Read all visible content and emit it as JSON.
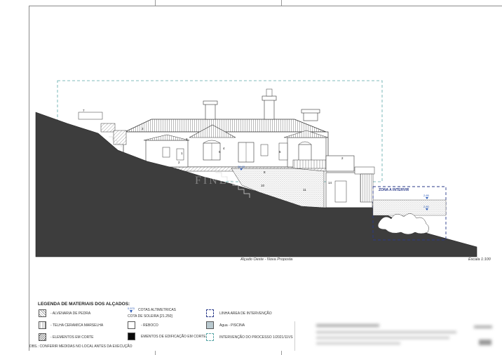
{
  "drawing": {
    "caption": "Alçado Oeste - Nova Proposta",
    "scale": "Escala 1:100",
    "watermark": "FINE",
    "zone_label": "ZONA A INTERVIR",
    "level_marks": [
      "26,93",
      "2,65",
      "2,80"
    ],
    "part_numbers": [
      "1",
      "2",
      "3",
      "4",
      "5",
      "6",
      "7",
      "8",
      "10",
      "11",
      "14"
    ]
  },
  "legend": {
    "title": "LEGENDA DE MATERIAIS DOS ALÇADOS:",
    "col1": [
      {
        "label": "- ALVENARIA DE PEDRA",
        "icon": "stone-masonry-hatch"
      },
      {
        "label": "- TELHA CERAMICA MARSELHA",
        "icon": "ceramic-tile-hatch"
      },
      {
        "label": "- ELEMENTOS EM CORTE",
        "icon": "section-cut-hatch"
      }
    ],
    "col2": {
      "level_value": "0.570",
      "level_label": "COTAS ALTIMETRICAS",
      "soleira_label": "COTA DE SOLEIRA [21.250]",
      "reboco_label": "- REBOCO",
      "corte_label": "EMENTOS DE EDIFICAÇÃO EM CORTE"
    },
    "col3": [
      {
        "label": "LINHA AREA DE INTERVENÇÃO",
        "icon": "dashed-blue-box"
      },
      {
        "label": "Agua - PISCINA",
        "icon": "water-fill"
      },
      {
        "label": "INTERVENÇÃO DO PROCESSO 1/2021/11VS",
        "icon": "dashed-teal-box"
      }
    ]
  },
  "note": "DBS.: CONFERIR MEDIDAS NO LOCAL ANTES DA EXECUÇÃO",
  "colors": {
    "ground": "#3d3d3d",
    "zone_border": "#2a3a8a",
    "process_line": "#5aa7a7"
  }
}
